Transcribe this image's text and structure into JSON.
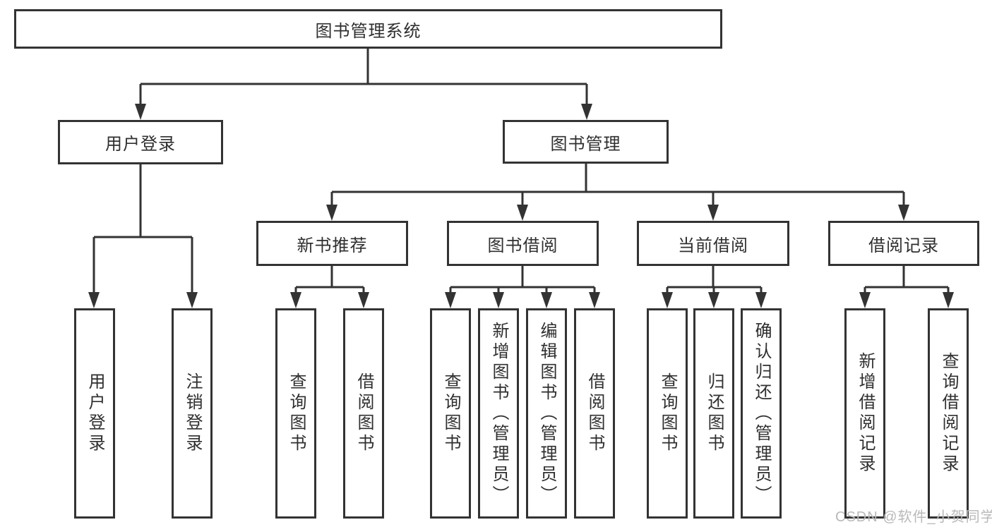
{
  "diagram": {
    "title": "图书管理系统",
    "colors": {
      "line": "#333333",
      "box_border": "#333333",
      "box_background": "#ffffff",
      "text": "#2f2f2f",
      "watermark": "#b9b9b9"
    },
    "nodes": {
      "root": {
        "label": "图书管理系统"
      },
      "user_login": {
        "label": "用户登录"
      },
      "book_mgmt": {
        "label": "图书管理"
      },
      "new_books": {
        "label": "新书推荐"
      },
      "borrow": {
        "label": "图书借阅"
      },
      "current": {
        "label": "当前借阅"
      },
      "records": {
        "label": "借阅记录"
      }
    },
    "leaves": [
      {
        "parent": "用户登录",
        "label": "用户登录"
      },
      {
        "parent": "用户登录",
        "label": "注销登录"
      },
      {
        "parent": "新书推荐",
        "label": "查询图书"
      },
      {
        "parent": "新书推荐",
        "label": "借阅图书"
      },
      {
        "parent": "图书借阅",
        "label": "查询图书"
      },
      {
        "parent": "图书借阅",
        "label": "新增图书（管理员）"
      },
      {
        "parent": "图书借阅",
        "label": "编辑图书（管理员）"
      },
      {
        "parent": "图书借阅",
        "label": "借阅图书"
      },
      {
        "parent": "当前借阅",
        "label": "查询图书"
      },
      {
        "parent": "当前借阅",
        "label": "归还图书"
      },
      {
        "parent": "当前借阅",
        "label": "确认归还（管理员）"
      },
      {
        "parent": "借阅记录",
        "label": "新增借阅记录"
      },
      {
        "parent": "借阅记录",
        "label": "查询借阅记录"
      }
    ],
    "watermark": "CSDN @软件_小贺同学"
  }
}
